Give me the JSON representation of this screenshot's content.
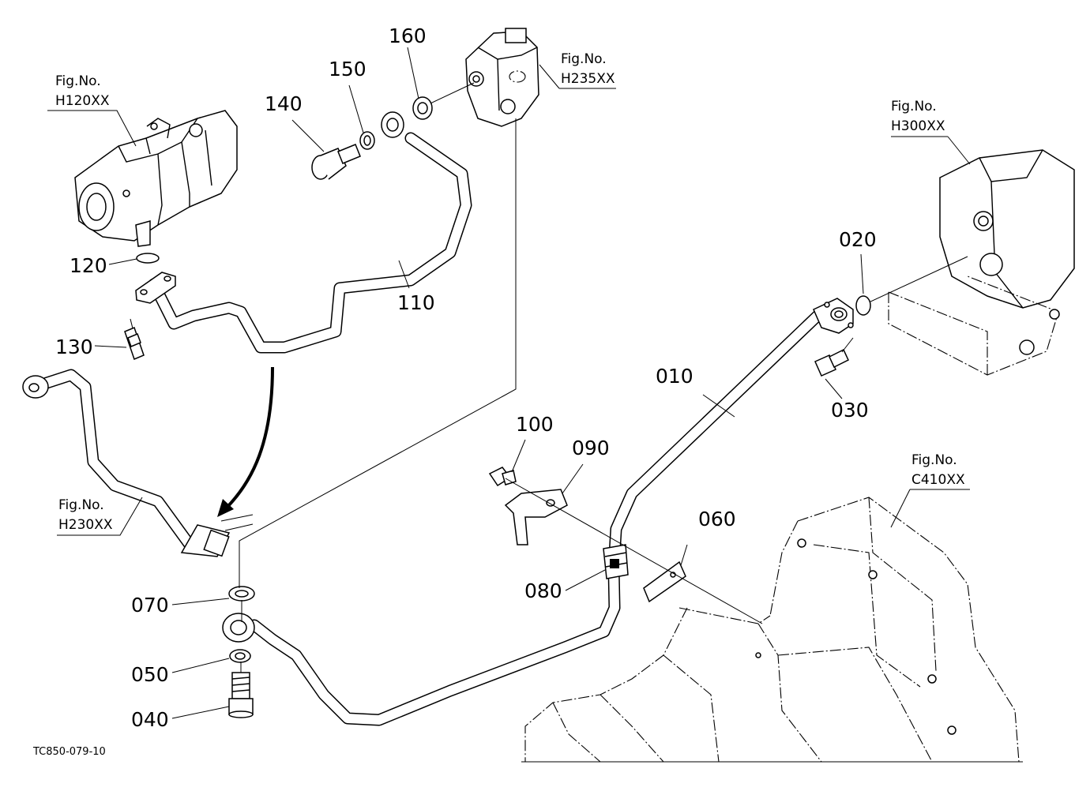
{
  "drawing_code": "TC850-079-10",
  "callouts": [
    {
      "id": "c010",
      "text": "010"
    },
    {
      "id": "c020",
      "text": "020"
    },
    {
      "id": "c030",
      "text": "030"
    },
    {
      "id": "c040",
      "text": "040"
    },
    {
      "id": "c050",
      "text": "050"
    },
    {
      "id": "c060",
      "text": "060"
    },
    {
      "id": "c070",
      "text": "070"
    },
    {
      "id": "c080",
      "text": "080"
    },
    {
      "id": "c090",
      "text": "090"
    },
    {
      "id": "c100",
      "text": "100"
    },
    {
      "id": "c110",
      "text": "110"
    },
    {
      "id": "c120",
      "text": "120"
    },
    {
      "id": "c130",
      "text": "130"
    },
    {
      "id": "c140",
      "text": "140"
    },
    {
      "id": "c150",
      "text": "150"
    },
    {
      "id": "c160",
      "text": "160"
    }
  ],
  "figure_refs": [
    {
      "label": "Fig.No.",
      "number": "H120XX"
    },
    {
      "label": "Fig.No.",
      "number": "H235XX"
    },
    {
      "label": "Fig.No.",
      "number": "H300XX"
    },
    {
      "label": "Fig.No.",
      "number": "H230XX"
    },
    {
      "label": "Fig.No.",
      "number": "C410XX"
    }
  ]
}
